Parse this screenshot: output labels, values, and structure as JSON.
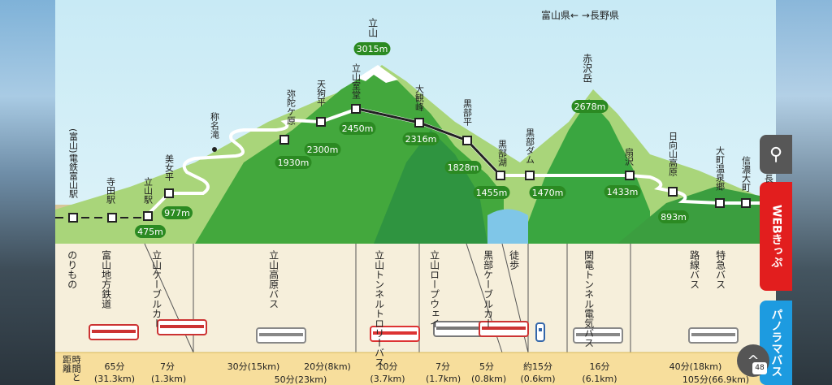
{
  "prefecture": {
    "toyama": "富山県←",
    "nagano": "→長野県"
  },
  "peaks": {
    "tateyama": "立山",
    "tateyama_alt": "3015m",
    "akazawa": "赤沢岳",
    "akazawa_alt": "2678m"
  },
  "stations": [
    {
      "name": "(富山)電鉄富山駅",
      "alt": ""
    },
    {
      "name": "寺田駅",
      "alt": ""
    },
    {
      "name": "立山駅",
      "alt": "475m"
    },
    {
      "name": "美女平",
      "alt": "977m"
    },
    {
      "name": "称名滝",
      "alt": ""
    },
    {
      "name": "弥陀ケ原",
      "alt": "1930m"
    },
    {
      "name": "天狗平",
      "alt": "2300m"
    },
    {
      "name": "立山室堂",
      "alt": "2450m"
    },
    {
      "name": "大観峰",
      "alt": "2316m"
    },
    {
      "name": "黒部平",
      "alt": "1828m"
    },
    {
      "name": "黒部湖",
      "alt": "1455m"
    },
    {
      "name": "黒部ダム",
      "alt": "1470m"
    },
    {
      "name": "扇沢",
      "alt": "1433m"
    },
    {
      "name": "日向山高原",
      "alt": "893m"
    },
    {
      "name": "大町温泉郷",
      "alt": ""
    },
    {
      "name": "信濃大町",
      "alt": ""
    },
    {
      "name": "長",
      "alt": ""
    }
  ],
  "transport_header": "のりもの",
  "transports": [
    {
      "name": "富山地方鉄道",
      "vehicle": "train"
    },
    {
      "name": "立山ケーブルカー",
      "vehicle": "cable"
    },
    {
      "name": "立山高原バス",
      "vehicle": "bus"
    },
    {
      "name": "立山トンネルトロリーバス",
      "vehicle": "trolley"
    },
    {
      "name": "立山ロープウェイ",
      "vehicle": "ropeway"
    },
    {
      "name": "黒部ケーブルカー",
      "vehicle": "cable"
    },
    {
      "name": "徒歩",
      "vehicle": "walk"
    },
    {
      "name": "関電トンネル電気バス",
      "vehicle": "ebus"
    },
    {
      "name": "特急バス",
      "vehicle": "bus"
    },
    {
      "name": "路線バス",
      "vehicle": "bus"
    }
  ],
  "time_label": "時間と距離",
  "segments": [
    {
      "time": "65分",
      "dist": "(31.3km)"
    },
    {
      "time": "7分",
      "dist": "(1.3km)"
    },
    {
      "time": "30分(15km)",
      "dist": ""
    },
    {
      "time": "20分(8km)",
      "dist": ""
    },
    {
      "time": "50分(23km)",
      "dist": ""
    },
    {
      "time": "10分",
      "dist": "(3.7km)"
    },
    {
      "time": "7分",
      "dist": "(1.7km)"
    },
    {
      "time": "5分",
      "dist": "(0.8km)"
    },
    {
      "time": "約15分",
      "dist": "(0.6km)"
    },
    {
      "time": "16分",
      "dist": "(6.1km)"
    },
    {
      "time": "40分(18km)",
      "dist": ""
    },
    {
      "time": "105分(66.9km)",
      "dist": ""
    }
  ],
  "side_buttons": {
    "search_icon": "search-icon",
    "web_ticket": "WEBきっぷ",
    "panorama": "パノラマバス",
    "up_arrow": "^",
    "badge": "48"
  },
  "colors": {
    "route_white": "#ffffff",
    "route_black": "#222222",
    "alt_tag": "#2b8a22",
    "mountain": "#3aa640",
    "web_red": "#e21e1e",
    "pano_blue": "#1d9be0"
  }
}
